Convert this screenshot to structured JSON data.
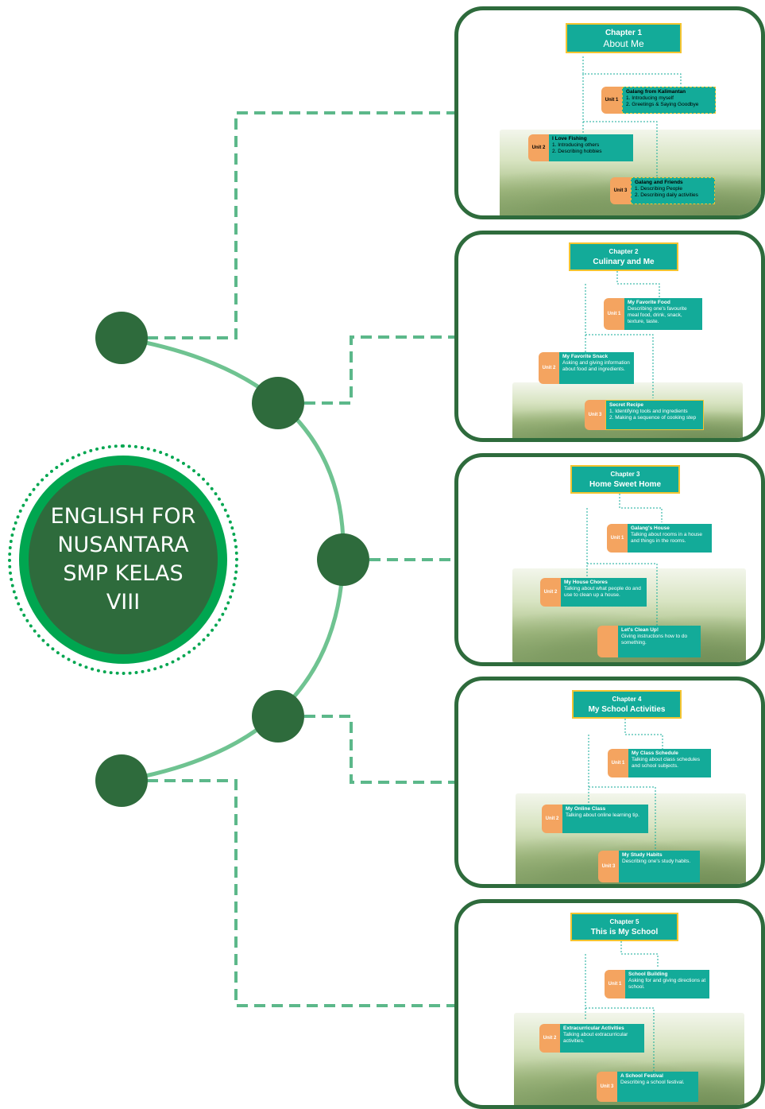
{
  "hub": {
    "title": "ENGLISH FOR NUSANTARA SMP KELAS VIII"
  },
  "colors": {
    "dark_green": "#2e6b3c",
    "bright_green": "#00a650",
    "arc": "#6fc391",
    "dash": "#5cb88a",
    "teal": "#13ab99",
    "orange": "#f4a460",
    "gold": "#f4c430"
  },
  "chapters": [
    {
      "num": "Chapter 1",
      "title": "About Me",
      "units": [
        {
          "label": "Unit 1",
          "title": "Galang from Kalimantan",
          "lines": [
            "1.   Introducing myself",
            "2.   Greetings & Saying Goodbye"
          ]
        },
        {
          "label": "Unit 2",
          "title": "I Love Fishing",
          "lines": [
            "1.   Introducing others",
            "2.   Describing hobbies"
          ]
        },
        {
          "label": "Unit 3",
          "title": "Galang and Friends",
          "lines": [
            "1. Describing People",
            "2. Describing daily activities"
          ]
        }
      ]
    },
    {
      "num": "Chapter 2",
      "title": "Culinary and Me",
      "units": [
        {
          "label": "Unit 1",
          "title": "My Favorite Food",
          "lines": [
            "Describing one's favourite meal food, drink, snack, texture, taste."
          ]
        },
        {
          "label": "Unit 2",
          "title": "My Favorite Snack",
          "lines": [
            "Asking and giving information about food and ingredients."
          ]
        },
        {
          "label": "Unit 3",
          "title": "Secret Recipe",
          "lines": [
            "1. Identifying tools and ingredients",
            "2. Making a sequence of cooking step"
          ]
        }
      ]
    },
    {
      "num": "Chapter 3",
      "title": "Home Sweet Home",
      "units": [
        {
          "label": "Unit 1",
          "title": "Galang's House",
          "lines": [
            "Talking about rooms in a house and things in the rooms."
          ]
        },
        {
          "label": "Unit 2",
          "title": "My House Chores",
          "lines": [
            "Talking about what people do and use to clean up a house."
          ]
        },
        {
          "label": "",
          "title": "Let's Clean Up!",
          "lines": [
            "Giving instructions how to do something."
          ]
        }
      ]
    },
    {
      "num": "Chapter 4",
      "title": "My School Activities",
      "units": [
        {
          "label": "Unit 1",
          "title": "My Class Schedule",
          "lines": [
            "Talking about class schedules and school subjects."
          ]
        },
        {
          "label": "Unit 2",
          "title": "My Online Class",
          "lines": [
            "Talking about online learning tip."
          ]
        },
        {
          "label": "Unit 3",
          "title": "My Study Habits",
          "lines": [
            "Describing one's study habits."
          ]
        }
      ]
    },
    {
      "num": "Chapter 5",
      "title": "This is My School",
      "units": [
        {
          "label": "Unit 1",
          "title": "School Building",
          "lines": [
            "Asking for and giving directions at school."
          ]
        },
        {
          "label": "Unit 2",
          "title": "Extracurricular Activities",
          "lines": [
            "Talking about extracurricular activities."
          ]
        },
        {
          "label": "Unit 3",
          "title": "A School Festival",
          "lines": [
            "Describing a school festival."
          ]
        }
      ]
    }
  ]
}
